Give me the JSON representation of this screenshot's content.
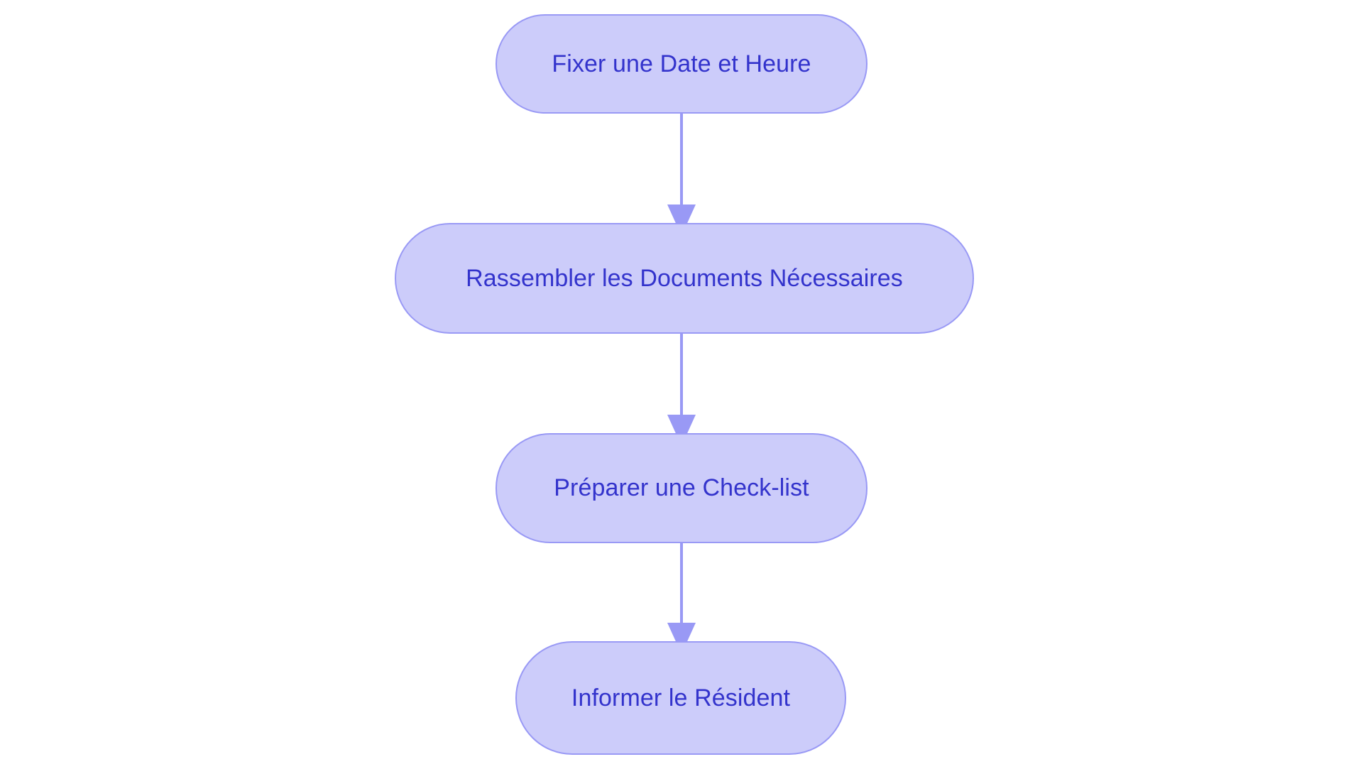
{
  "diagram": {
    "type": "flowchart",
    "orientation": "top-to-bottom",
    "background_color": "#ffffff",
    "node_fill_color": "#ccccfa",
    "node_border_color": "#9999f5",
    "node_text_color": "#3333cc",
    "connector_color": "#9999f5",
    "nodes": [
      {
        "id": "n0",
        "label": "Fixer une Date et Heure"
      },
      {
        "id": "n1",
        "label": "Rassembler les Documents Nécessaires"
      },
      {
        "id": "n2",
        "label": "Préparer une Check-list"
      },
      {
        "id": "n3",
        "label": "Informer le Résident"
      }
    ],
    "edges": [
      {
        "id": "e0",
        "from": "n0",
        "to": "n1",
        "label": "",
        "arrow": "arrowhead-down-icon"
      },
      {
        "id": "e1",
        "from": "n1",
        "to": "n2",
        "label": "",
        "arrow": "arrowhead-down-icon"
      },
      {
        "id": "e2",
        "from": "n2",
        "to": "n3",
        "label": "",
        "arrow": "arrowhead-down-icon"
      }
    ]
  }
}
